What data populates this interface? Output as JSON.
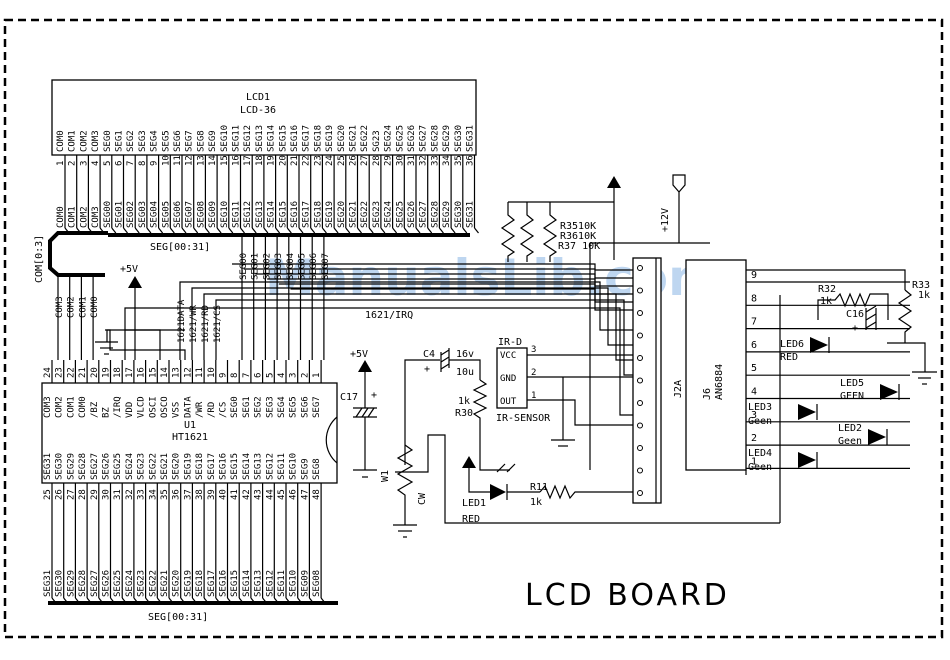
{
  "title": "LCD BOARD",
  "watermark": "ManualsLib.com",
  "lcd1": {
    "ref": "LCD1",
    "part": "LCD-36",
    "pin_labels": [
      "COM0",
      "COM1",
      "COM2",
      "COM3",
      "SEG0",
      "SEG1",
      "SEG2",
      "SEG3",
      "SEG4",
      "SEG5",
      "SEG6",
      "SEG7",
      "SEG8",
      "SEG9",
      "SEG10",
      "SEG11",
      "SEG12",
      "SEG13",
      "SEG14",
      "SEG15",
      "SEG16",
      "SEG17",
      "SEG18",
      "SEG19",
      "SEG20",
      "SEG21",
      "SEG22",
      "SG23",
      "SEG24",
      "SEG25",
      "SEG26",
      "SEG27",
      "SEG28",
      "SEG29",
      "SEG30",
      "SEG31"
    ],
    "pin_numbers": [
      "1",
      "2",
      "3",
      "4",
      "5",
      "6",
      "7",
      "8",
      "9",
      "10",
      "11",
      "12",
      "13",
      "14",
      "15",
      "16",
      "17",
      "18",
      "19",
      "20",
      "21",
      "22",
      "23",
      "24",
      "25",
      "26",
      "27",
      "28",
      "29",
      "30",
      "31",
      "32",
      "33",
      "34",
      "35",
      "36"
    ],
    "net_labels": [
      "COM0",
      "COM1",
      "COM2",
      "COM3",
      "SEG00",
      "SEG01",
      "SEG02",
      "SEG03",
      "SEG04",
      "SEG05",
      "SEG06",
      "SEG07",
      "SEG08",
      "SEG09",
      "SEG10",
      "SEG11",
      "SEG12",
      "SEG13",
      "SEG14",
      "SEG15",
      "SEG16",
      "SEG17",
      "SEG18",
      "SEG19",
      "SEG20",
      "SEG21",
      "SEG22",
      "SEG23",
      "SEG24",
      "SEG25",
      "SEG26",
      "SEG27",
      "SEG28",
      "SEG29",
      "SEG30",
      "SEG31"
    ]
  },
  "buses": {
    "seg_top": "SEG[00:31]",
    "seg_bottom": "SEG[00:31]",
    "com": "COM[0:3]"
  },
  "com_taps": [
    "COM3",
    "COM2",
    "COM1",
    "COM0"
  ],
  "u1_top_taps": [
    "SEG00",
    "SEG01",
    "SEG02",
    "SEG03",
    "SEG04",
    "SEG05",
    "SEG06",
    "SEG07"
  ],
  "u1_signal_nets": [
    "1621DATA",
    "1621/WR",
    "1621/RD",
    "1621/CS"
  ],
  "irq_net": "1621/IRQ",
  "u1": {
    "ref": "U1",
    "part": "HT1621",
    "top_pins": [
      "COM3",
      "COM2",
      "COM1",
      "COM0",
      "/BZ",
      "BZ",
      "/IRQ",
      "VDD",
      "VLCD",
      "OSCI",
      "OSCO",
      "VSS",
      "DATA",
      "/WR",
      "/RD",
      "/CS",
      "SEG0",
      "SEG1",
      "SEG2",
      "SEG3",
      "SEG4",
      "SEG5",
      "SEG6",
      "SEG7"
    ],
    "top_pin_numbers": [
      "24",
      "23",
      "22",
      "21",
      "20",
      "19",
      "18",
      "17",
      "16",
      "15",
      "14",
      "13",
      "12",
      "11",
      "10",
      "9",
      "8",
      "7",
      "6",
      "5",
      "4",
      "3",
      "2",
      "1"
    ],
    "bottom_pins": [
      "SEG31",
      "SEG30",
      "SEG29",
      "SEG28",
      "SEG27",
      "SEG26",
      "SEG25",
      "SEG24",
      "SEG23",
      "SEG22",
      "SEG21",
      "SEG20",
      "SEG19",
      "SEG18",
      "SEG17",
      "SEG16",
      "SEG15",
      "SEG14",
      "SEG13",
      "SEG12",
      "SEG11",
      "SEG10",
      "SEG9",
      "SEG8"
    ],
    "bottom_pin_numbers": [
      "25",
      "26",
      "27",
      "28",
      "29",
      "30",
      "31",
      "32",
      "33",
      "34",
      "35",
      "36",
      "37",
      "38",
      "39",
      "40",
      "41",
      "42",
      "43",
      "44",
      "45",
      "46",
      "47",
      "48"
    ],
    "bottom_nets": [
      "SEG31",
      "SEG30",
      "SEG29",
      "SEG28",
      "SEG27",
      "SEG26",
      "SEG25",
      "SEG24",
      "SEG23",
      "SEG22",
      "SEG21",
      "SEG20",
      "SEG19",
      "SEG18",
      "SEG17",
      "SEG16",
      "SEG15",
      "SEG14",
      "SEG13",
      "SEG12",
      "SEG11",
      "SEG10",
      "SEG09",
      "SEG08"
    ]
  },
  "power": {
    "p5v_a": "+5V",
    "p5v_b": "+5V",
    "p12v": "+12V"
  },
  "c17": {
    "ref": "C17",
    "polarity": "+"
  },
  "c4": {
    "ref": "C4",
    "voltage": "16v",
    "value": "10u",
    "polarity": "+"
  },
  "r30": {
    "ref": "R30",
    "value": "1k"
  },
  "w1": {
    "ref": "W1",
    "cw": "CW"
  },
  "ird": {
    "ref": "IR-D",
    "name": "IR-SENSOR",
    "pins": [
      {
        "name": "VCC",
        "num": "3"
      },
      {
        "name": "GND",
        "num": "2"
      },
      {
        "name": "OUT",
        "num": "1"
      }
    ]
  },
  "led1": {
    "ref": "LED1",
    "color": "RED"
  },
  "r11": {
    "ref": "R11",
    "value": "1k"
  },
  "pullups": [
    {
      "ref": "R35",
      "value": "10K",
      "label": "R3510K"
    },
    {
      "ref": "R36",
      "value": "10K",
      "label": "R3610K"
    },
    {
      "ref": "R37",
      "value": "10K",
      "label": "R37 10K"
    }
  ],
  "j2a": {
    "ref": "J2A"
  },
  "j6": {
    "ref": "J6",
    "part": "AN6884",
    "pins": [
      "9",
      "8",
      "7",
      "6",
      "5",
      "4",
      "3",
      "2",
      "1"
    ]
  },
  "r32": {
    "ref": "R32",
    "value": "1k"
  },
  "r33": {
    "ref": "R33",
    "value": "1k"
  },
  "c16": {
    "ref": "C16",
    "polarity": "+"
  },
  "leds_right": [
    {
      "ref": "LED6",
      "color": "RED"
    },
    {
      "ref": "LED5",
      "color": "GEEN"
    },
    {
      "ref": "LED3",
      "color": "Geen"
    },
    {
      "ref": "LED2",
      "color": "Geen"
    },
    {
      "ref": "LED4",
      "color": "Geen"
    }
  ]
}
